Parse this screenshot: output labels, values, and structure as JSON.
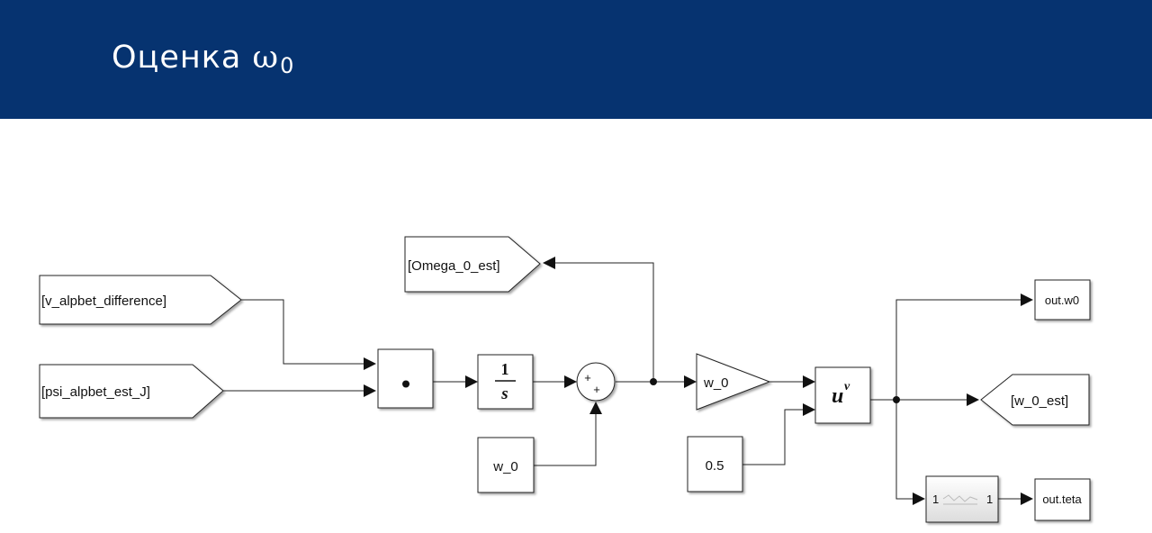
{
  "header": {
    "title": "Оценка ",
    "symbol": "ω",
    "subscript": "0"
  },
  "diagram": {
    "goto_omega": "[Omega_0_est]",
    "from_v": "[v_alpbet_difference]",
    "from_psi": "[psi_alpbet_est_J]",
    "product_symbol": "•",
    "integrator_num": "1",
    "integrator_den": "s",
    "sum_sign_1": "+",
    "sum_sign_2": "+",
    "const_w0": "w_0",
    "gain_w0": "w_0",
    "power_base": "u",
    "power_exp": "v",
    "const_half": "0.5",
    "out_w0": "out.w0",
    "goto_w0_est": "[w_0_est]",
    "lookup_left": "1",
    "lookup_right": "1",
    "out_teta": "out.teta"
  }
}
